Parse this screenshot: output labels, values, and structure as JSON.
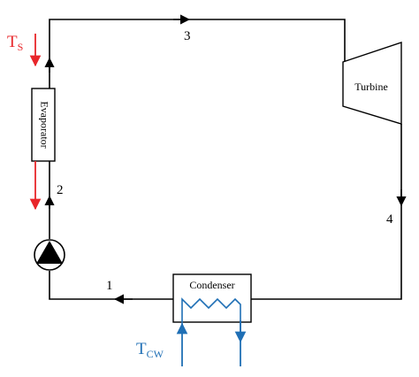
{
  "diagram": {
    "points": {
      "p1": "1",
      "p2": "2",
      "p3": "3",
      "p4": "4"
    },
    "components": {
      "evaporator": "Evaporator",
      "turbine": "Turbine",
      "condenser": "Condenser",
      "pump": ""
    },
    "streams": {
      "heat_source_symbol": "T",
      "heat_source_sub": "S",
      "cooling_water_symbol": "T",
      "cooling_water_sub": "CW"
    },
    "colors": {
      "cycle_line": "#000000",
      "heat_source": "#e8262a",
      "cooling_water": "#1f6fb5"
    }
  }
}
